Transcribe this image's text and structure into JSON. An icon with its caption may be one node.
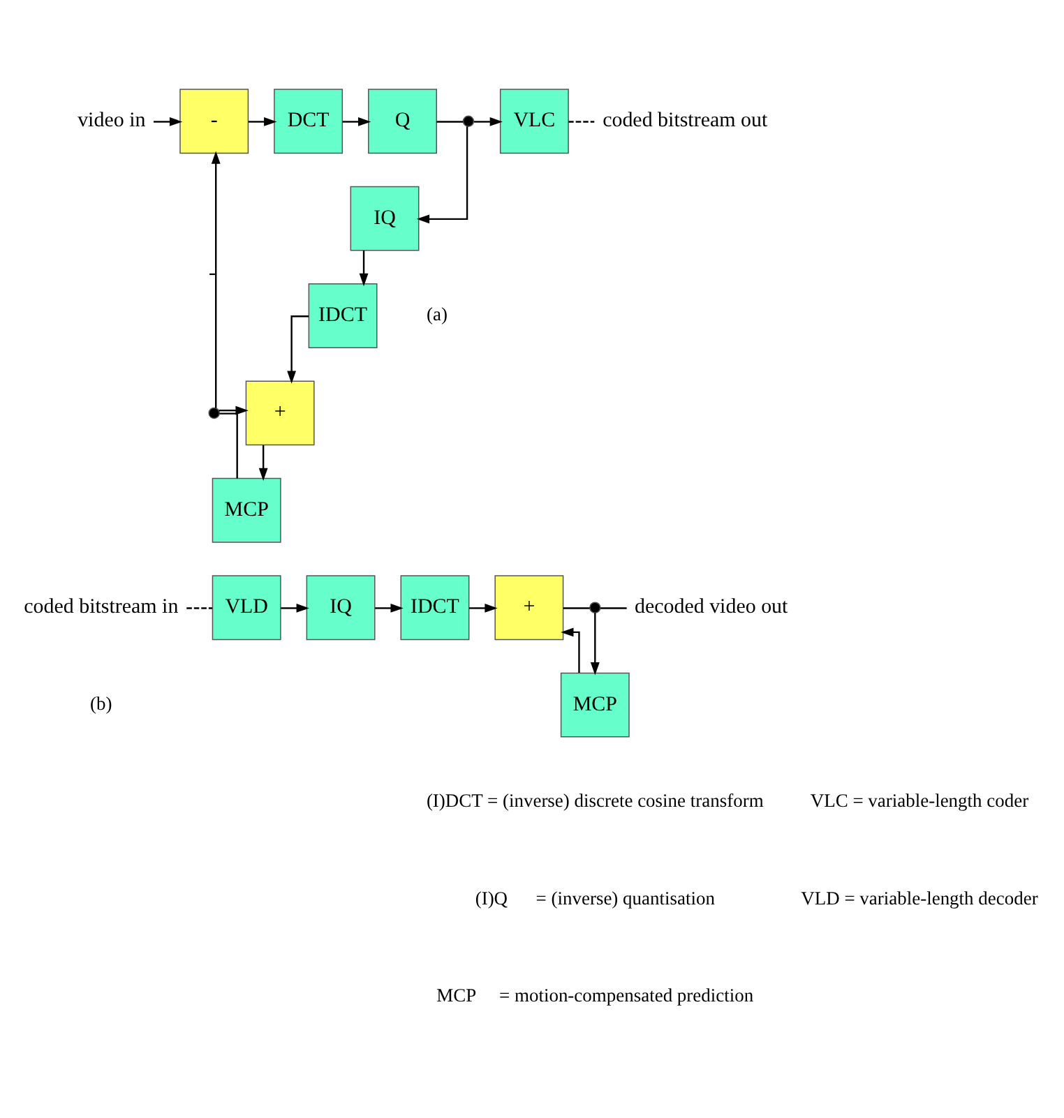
{
  "diagram": {
    "nodes": [
      {
        "text": [
          "video in"
        ]
      },
      {
        "text": [
          "-"
        ]
      },
      {
        "text": [
          "DCT"
        ]
      },
      {
        "text": [
          "Q"
        ]
      },
      {
        "text": [],
        "shape": "circle"
      },
      {
        "text": [
          "VLC"
        ]
      },
      {
        "text": [
          "coded bitstream out"
        ]
      },
      {
        "text": [
          "IQ"
        ]
      },
      {
        "text": [
          "IDCT"
        ]
      },
      {
        "text": [
          "+"
        ]
      },
      {
        "text": [],
        "shape": "circle"
      },
      {
        "text": [
          "MCP"
        ]
      },
      {
        "text": [
          "coded bitstream in"
        ]
      },
      {
        "text": [
          "VLD"
        ]
      },
      {
        "text": [
          "IQ"
        ]
      },
      {
        "text": [
          "IDCT"
        ]
      },
      {
        "text": [
          "+"
        ]
      },
      {
        "text": [],
        "shape": "circle"
      },
      {
        "text": [
          "decoded video out"
        ]
      },
      {
        "text": [
          "MCP"
        ]
      }
    ],
    "edges": [
      {
        "from": 0,
        "to": 1,
        "arrow": "to"
      },
      {
        "from": 1,
        "to": 2,
        "arrow": "to"
      },
      {
        "from": 2,
        "to": 3,
        "arrow": "to"
      },
      {
        "from": 3,
        "to": 4,
        "arrow": "none"
      },
      {
        "from": 4,
        "to": 5,
        "arrow": "to"
      },
      {
        "from": 5,
        "to": 6,
        "arrow": "none",
        "style": "dashed"
      },
      {
        "from": 4,
        "to": 7,
        "arrow": "to"
      },
      {
        "from": 7,
        "to": 8,
        "arrow": "to"
      },
      {
        "from": 8,
        "to": 9,
        "arrow": "to"
      },
      {
        "from": 9,
        "to": 11,
        "arrow": "to"
      },
      {
        "from": 11,
        "to": 10,
        "arrow": "none"
      },
      {
        "from": 10,
        "to": 1,
        "arrow": "to",
        "label": "-"
      },
      {
        "from": 10,
        "to": 9,
        "arrow": "to"
      },
      {
        "from": 12,
        "to": 13,
        "arrow": "none",
        "style": "dashed"
      },
      {
        "from": 13,
        "to": 14,
        "arrow": "to"
      },
      {
        "from": 14,
        "to": 15,
        "arrow": "to"
      },
      {
        "from": 15,
        "to": 16,
        "arrow": "to"
      },
      {
        "from": 16,
        "to": 17,
        "arrow": "none"
      },
      {
        "from": 17,
        "to": 18,
        "arrow": "none"
      },
      {
        "from": 17,
        "to": 19,
        "arrow": "to"
      },
      {
        "from": 19,
        "to": 16,
        "arrow": "to"
      }
    ],
    "labels": [
      "(a)",
      "(b)",
      "(I)DCT = (inverse) discrete cosine transform",
      "VLC = variable-length coder",
      "(I)Q      = (inverse) quantisation",
      "VLD = variable-length decoder",
      "MCP     = motion-compensated prediction"
    ]
  }
}
